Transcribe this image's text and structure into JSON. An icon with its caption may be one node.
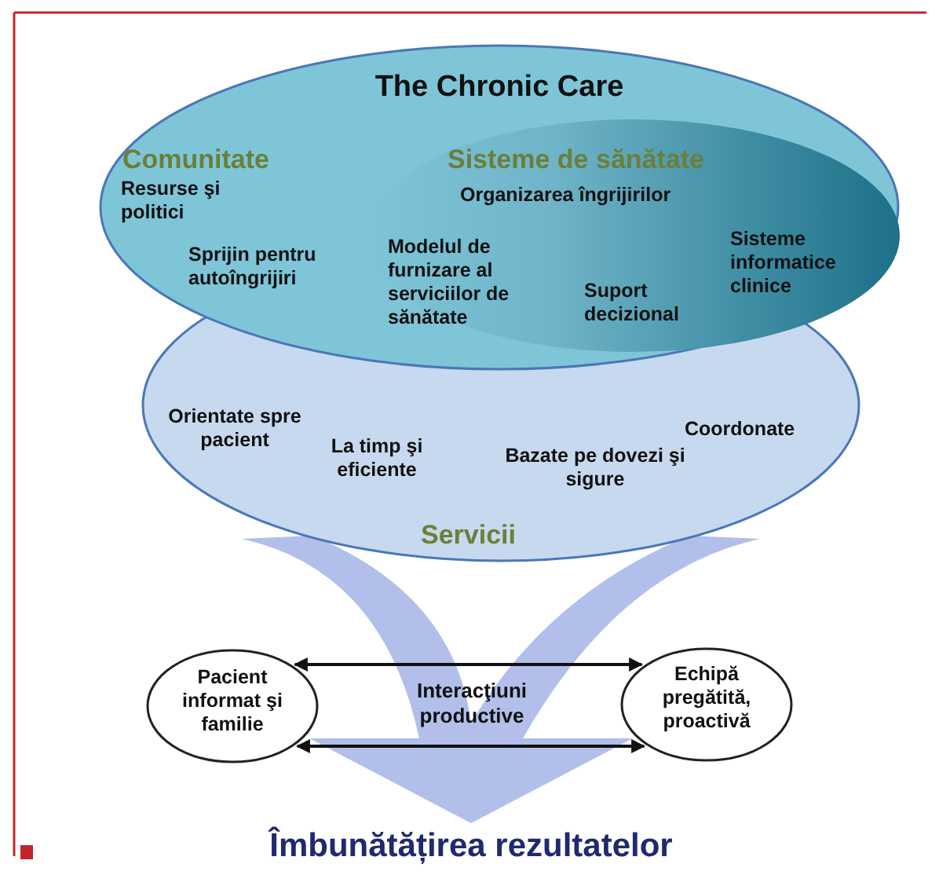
{
  "diagram": {
    "nodes": [
      {
        "text": [
          "The Chronic Care",
          "Comunitate",
          "Resurse şi politici",
          "Sprijin pentru autoîngrijiri"
        ]
      },
      {
        "text": [
          "Sisteme de sănătate",
          "Organizarea îngrijirilor",
          "Modelul de furnizare al serviciilor de sănătate",
          "Suport decizional",
          "Sisteme informatice clinice"
        ],
        "in": 0
      },
      {
        "text": [
          "Orientate spre pacient",
          "La timp şi eficiente",
          "Bazate pe dovezi şi sigure",
          "Coordonate",
          "Servicii"
        ]
      },
      {
        "text": [
          "Pacient informat şi familie"
        ]
      },
      {
        "text": [
          "Echipă pregătită, proactivă"
        ]
      },
      {
        "text": [
          "Îmbunătățirea rezultatelor"
        ]
      }
    ],
    "edges": [
      {
        "from": 3,
        "to": 4,
        "arrow": "both"
      },
      {
        "from": 3,
        "to": 4,
        "arrow": "both"
      },
      {
        "from": 2,
        "to": 5,
        "arrow": "to",
        "style": "thick",
        "color": "#a9b8e8"
      }
    ],
    "labels": [
      "Interacţiuni productive"
    ]
  }
}
